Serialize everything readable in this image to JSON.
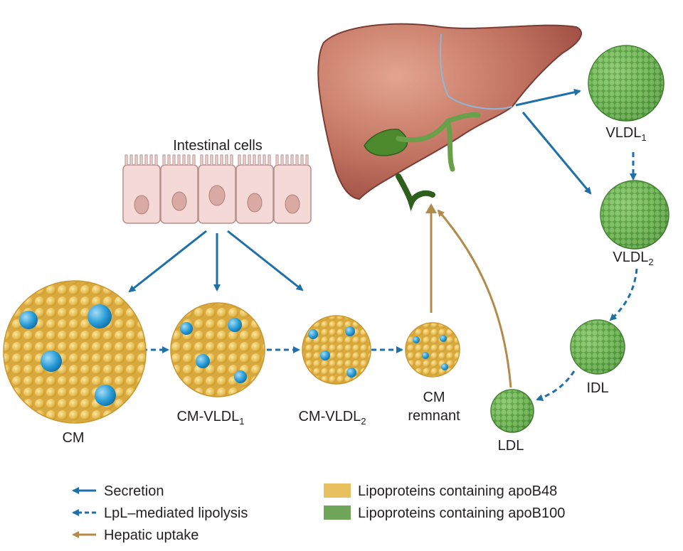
{
  "labels": {
    "intestinal": "Intestinal cells",
    "cm": "CM",
    "cm_vldl1": {
      "base": "CM-VLDL",
      "sub": "1"
    },
    "cm_vldl2": {
      "base": "CM-VLDL",
      "sub": "2"
    },
    "cm_remnant": {
      "line1": "CM",
      "line2": "remnant"
    },
    "vldl1": {
      "base": "VLDL",
      "sub": "1"
    },
    "vldl2": {
      "base": "VLDL",
      "sub": "2"
    },
    "idl": "IDL",
    "ldl": "LDL"
  },
  "legend": {
    "secretion": "Secretion",
    "lipolysis": "LpL–mediated lipolysis",
    "uptake": "Hepatic uptake",
    "apob48": "Lipoproteins containing apoB48",
    "apob100": "Lipoproteins containing apoB100"
  },
  "colors": {
    "secretion_arrow": "#1f77b4",
    "uptake_arrow": "#b48a4a",
    "apob48": "#e8c060",
    "apob100": "#6fa65a",
    "apob_blue": "#2a9ed8",
    "liver": "#b5645a",
    "gallbladder": "#4d8a2e",
    "cell": "#f2d6d3"
  },
  "icons": [
    "liver-icon",
    "intestinal-cells-icon",
    "chylomicron-particle",
    "vldl-particle"
  ]
}
